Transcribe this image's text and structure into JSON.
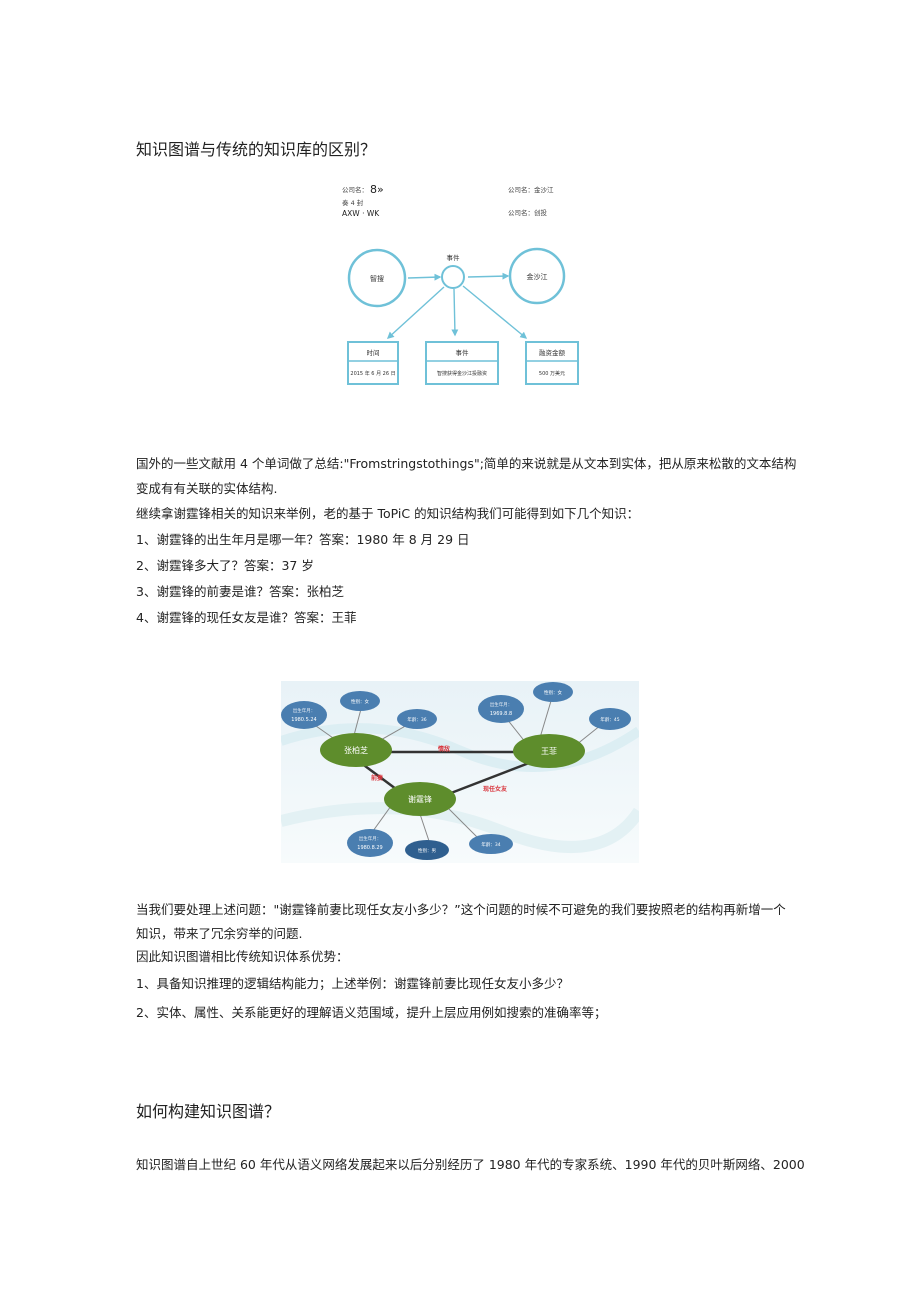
{
  "section1": {
    "heading": "知识图谱与传统的知识库的区别？"
  },
  "figure1": {
    "top_left_company_label": "公司名：",
    "top_left_company_value": "8»",
    "top_left_line2": "奏 4 封",
    "top_left_line3": "AXW · WK",
    "top_right_line1": "公司名：金沙江",
    "top_right_line2": "公司名：创投",
    "node_left": "智搜",
    "node_center_label": "事件",
    "node_right": "金沙江",
    "box1_title": "时间",
    "box1_value": "2015 年 6 月 26 日",
    "box2_title": "事件",
    "box2_value": "智搜获得金沙江投融资",
    "box3_title": "融资金额",
    "box3_value": "500 万美元"
  },
  "paragraphs": {
    "p1_line1": "国外的一些文献用 4 个单词做了总结:\"Fromstringstothings\";简单的来说就是从文本到实体，把从原来松散的文本结构",
    "p1_line2": "变成有有关联的实体结构.",
    "p2": "继续拿谢霆锋相关的知识来举例，老的基于 ToPiC 的知识结构我们可能得到如下几个知识：",
    "list": [
      "1、谢霆锋的出生年月是哪一年？答案：1980 年 8 月 29 日",
      "2、谢霆锋多大了？答案：37 岁",
      "3、谢霆锋的前妻是谁？答案：张柏芝",
      "4、谢霆锋的现任女友是谁？答案：王菲"
    ]
  },
  "figure2": {
    "zhang": "张柏芝",
    "wang": "王菲",
    "xie": "谢霆锋",
    "rel_zw": "情敌",
    "rel_zx": "前妻",
    "rel_wx": "现任女友",
    "z_birth_label": "出生年月：",
    "z_birth_value": "1980.5.24",
    "z_gender": "性别：女",
    "z_age": "年龄：36",
    "w_birth_label": "出生年月：",
    "w_birth_value": "1969.8.8",
    "w_gender": "性别：女",
    "w_age": "年龄：45",
    "x_birth_label": "出生年月：",
    "x_birth_value": "1980.8.29",
    "x_gender": "性别：男",
    "x_age": "年龄：34"
  },
  "paragraphs2": {
    "p3_line1": "当我们要处理上述问题：\"谢霆锋前妻比现任女友小多少？”这个问题的时候不可避免的我们要按照老的结构再新增一个",
    "p3_line2": "知识，带来了冗余穷举的问题.",
    "p4": "因此知识图谱相比传统知识体系优势：",
    "adv1": "1、具备知识推理的逻辑结构能力；上述举例：谢霆锋前妻比现任女友小多少？",
    "adv2": "2、实体、属性、关系能更好的理解语义范围域，提升上层应用例如搜索的准确率等；"
  },
  "section2": {
    "heading": "如何构建知识图谱？",
    "p5": "知识图谱自上世纪 60 年代从语义网络发展起来以后分别经历了 1980 年代的专家系统、1990 年代的贝叶斯网络、2000"
  },
  "colors": {
    "diagram_blue": "#6fc1d8",
    "node_green": "#5e8d2c",
    "node_blue": "#4a7eb0",
    "relation_red": "#d9363e"
  }
}
